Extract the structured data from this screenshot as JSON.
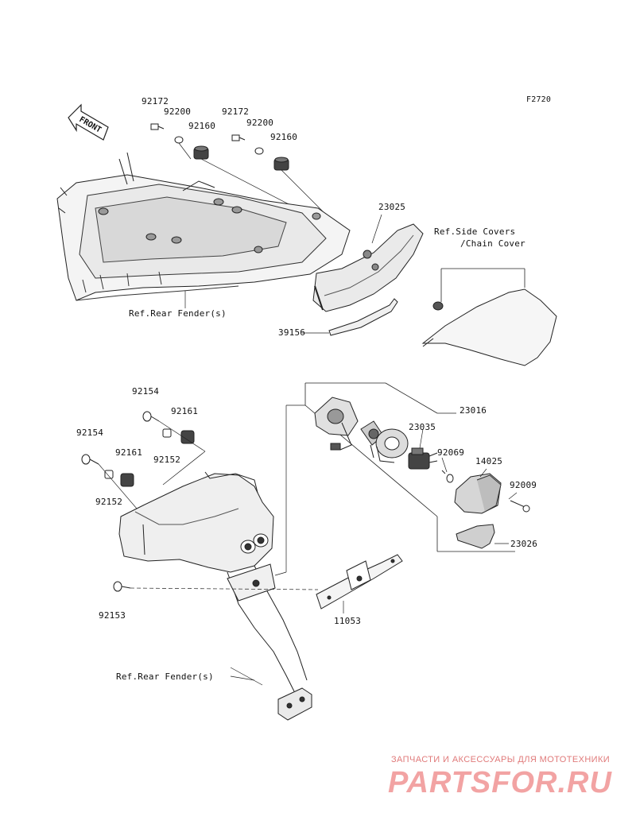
{
  "figure_code": "F2720",
  "front_arrow_text": "FRONT",
  "labels": {
    "p92172_a": "92172",
    "p92200_a": "92200",
    "p92160_a": "92160",
    "p92172_b": "92172",
    "p92200_b": "92200",
    "p92160_b": "92160",
    "p23025": "23025",
    "ref_side_covers_1": "Ref.Side Covers",
    "ref_side_covers_2": "/Chain Cover",
    "ref_rear_fender_top": "Ref.Rear Fender(s)",
    "p39156": "39156",
    "p92154_a": "92154",
    "p92161_a": "92161",
    "p92154_b": "92154",
    "p92161_b": "92161",
    "p92152_a": "92152",
    "p92152_b": "92152",
    "p23016": "23016",
    "p23035": "23035",
    "p92069": "92069",
    "p14025": "14025",
    "p92009": "92009",
    "p23026": "23026",
    "p92153": "92153",
    "p11053": "11053",
    "ref_rear_fender_bottom": "Ref.Rear Fender(s)"
  },
  "watermark": {
    "subtitle": "ЗАПЧАСТИ И АКСЕССУАРЫ ДЛЯ МОТОТЕХНИКИ",
    "logo": "PARTSFOR.RU"
  }
}
